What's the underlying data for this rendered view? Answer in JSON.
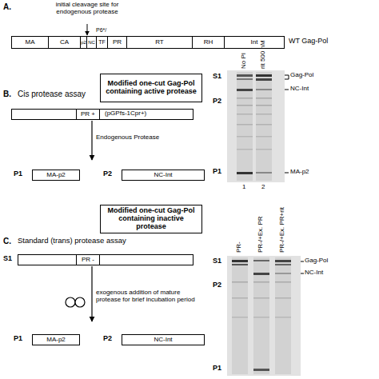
{
  "diagram": {
    "nodes": [
      {
        "text": [
          "WT Gag-Pol"
        ]
      },
      {
        "text": [
          "MA"
        ],
        "in": 0
      },
      {
        "text": [
          "CA"
        ],
        "in": 0
      },
      {
        "text": [
          "p2"
        ],
        "in": 0
      },
      {
        "text": [
          "NC"
        ],
        "in": 0
      },
      {
        "text": [
          "P6*/",
          "TF"
        ],
        "in": 0
      },
      {
        "text": [
          "PR"
        ],
        "in": 0
      },
      {
        "text": [
          "RT"
        ],
        "in": 0
      },
      {
        "text": [
          "RH"
        ],
        "in": 0
      },
      {
        "text": [
          "Int"
        ],
        "in": 0
      },
      {
        "text": [
          "Modified one-cut Gag-Pol containing active protease"
        ]
      },
      {
        "text": [
          "(pGPfs-1Cpr+)"
        ]
      },
      {
        "text": [
          "PR +"
        ],
        "in": 11
      },
      {
        "text": [
          "P1",
          "MA-p2"
        ]
      },
      {
        "text": [
          "P2",
          "NC-Int"
        ]
      },
      {
        "text": [
          "Modified one-cut Gag-Pol containing inactive protease"
        ]
      },
      {
        "text": [
          "S1"
        ]
      },
      {
        "text": [
          "PR -"
        ],
        "in": 16
      },
      {
        "text": [
          "P1",
          "MA-p2"
        ]
      },
      {
        "text": [
          "P2",
          "NC-Int"
        ]
      }
    ],
    "labels": [
      "A.",
      "initial cleavage site for endogenous protease",
      "B.",
      "Cis protease assay",
      "Endogenous Protease",
      "No PI",
      "rit 500 nM",
      "S1",
      "P2",
      "P1",
      "Gag-Pol",
      "NC-Int",
      "MA-p2",
      "1",
      "2",
      "C.",
      "Standard (trans) protease assay",
      "exogenous addition of mature protease for brief incubation period",
      "PR-",
      "PR-/+Ex. PR",
      "PR-/+Ex. PR+rit",
      "S1",
      "P2",
      "P1",
      "Gag-Pol",
      "NC-Int"
    ]
  }
}
